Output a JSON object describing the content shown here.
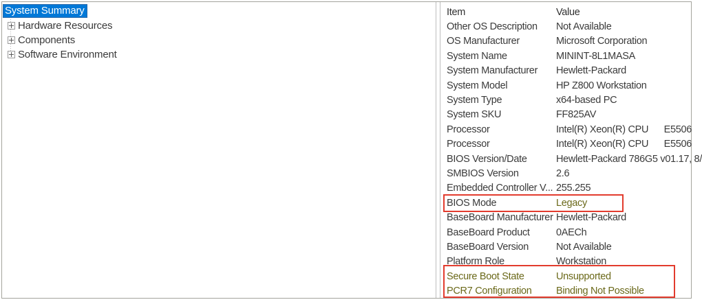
{
  "tree": {
    "items": [
      {
        "label": "System Summary",
        "selected": true,
        "expandable": false
      },
      {
        "label": "Hardware Resources",
        "selected": false,
        "expandable": true
      },
      {
        "label": "Components",
        "selected": false,
        "expandable": true
      },
      {
        "label": "Software Environment",
        "selected": false,
        "expandable": true
      }
    ]
  },
  "details": {
    "columns": {
      "item": "Item",
      "value": "Value"
    },
    "rows": [
      {
        "item": "Other OS Description",
        "value": "Not Available"
      },
      {
        "item": "OS Manufacturer",
        "value": "Microsoft Corporation"
      },
      {
        "item": "System Name",
        "value": "MININT-8L1MASA"
      },
      {
        "item": "System Manufacturer",
        "value": "Hewlett-Packard"
      },
      {
        "item": "System Model",
        "value": "HP Z800 Workstation"
      },
      {
        "item": "System Type",
        "value": "x64-based PC"
      },
      {
        "item": "System SKU",
        "value": "FF825AV"
      },
      {
        "item": "Processor",
        "value": "Intel(R) Xeon(R) CPU      E5506"
      },
      {
        "item": "Processor",
        "value": "Intel(R) Xeon(R) CPU      E5506"
      },
      {
        "item": "BIOS Version/Date",
        "value": "Hewlett-Packard 786G5 v01.17, 8/"
      },
      {
        "item": "SMBIOS Version",
        "value": "2.6"
      },
      {
        "item": "Embedded Controller V...",
        "value": "255.255"
      },
      {
        "item": "BIOS Mode",
        "value": "Legacy"
      },
      {
        "item": "BaseBoard Manufacturer",
        "value": "Hewlett-Packard"
      },
      {
        "item": "BaseBoard Product",
        "value": "0AECh"
      },
      {
        "item": "BaseBoard Version",
        "value": "Not Available"
      },
      {
        "item": "Platform Role",
        "value": "Workstation"
      },
      {
        "item": "Secure Boot State",
        "value": "Unsupported"
      },
      {
        "item": "PCR7 Configuration",
        "value": "Binding Not Possible"
      }
    ]
  },
  "annotations": [
    {
      "name": "bios-mode-box",
      "target_row": "BIOS Mode"
    },
    {
      "name": "secure-boot-box",
      "target_rows": [
        "Secure Boot State",
        "PCR7 Configuration"
      ]
    }
  ],
  "colors": {
    "selection_blue": "#0078d7",
    "annotation_red": "#e23b2d",
    "highlight_text_olive": "#6b691a",
    "border_grey": "#a3a39c",
    "text": "#3a3a3a"
  }
}
